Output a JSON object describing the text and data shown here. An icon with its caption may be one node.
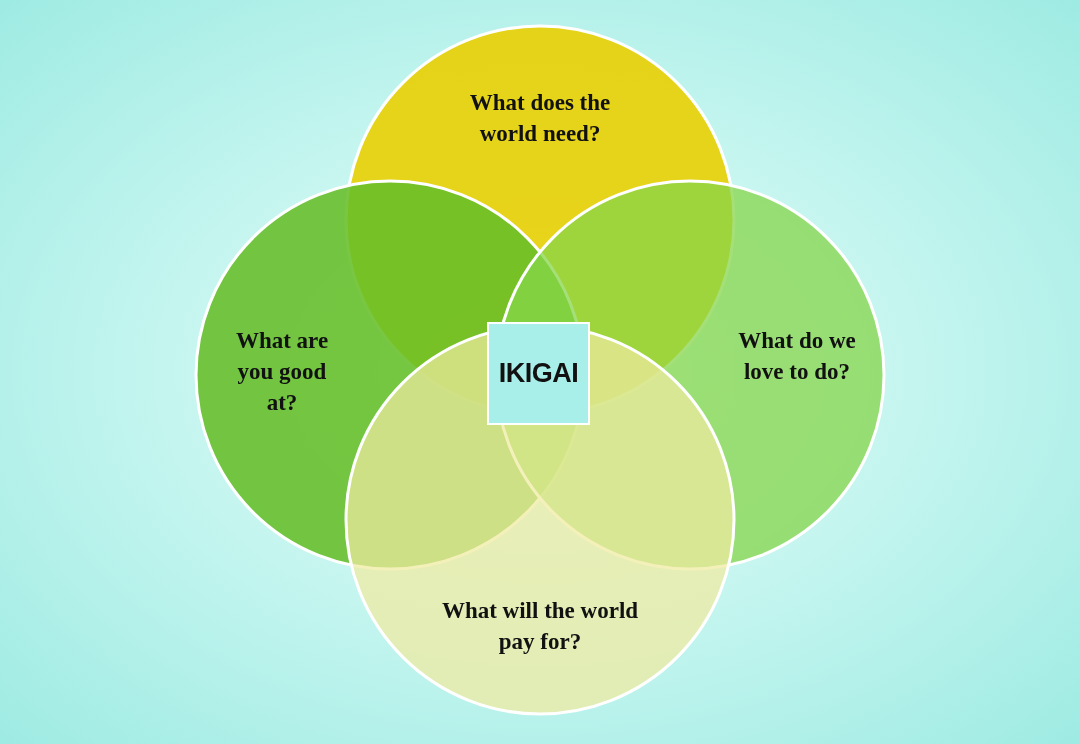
{
  "diagram": {
    "nodes": [
      {
        "text": [
          "What does the world need?"
        ]
      },
      {
        "text": [
          "What are you good at?"
        ]
      },
      {
        "text": [
          "IKIGAI"
        ]
      },
      {
        "text": [
          "What do we love to do?"
        ]
      },
      {
        "text": [
          "What will the world pay for?"
        ]
      }
    ]
  }
}
